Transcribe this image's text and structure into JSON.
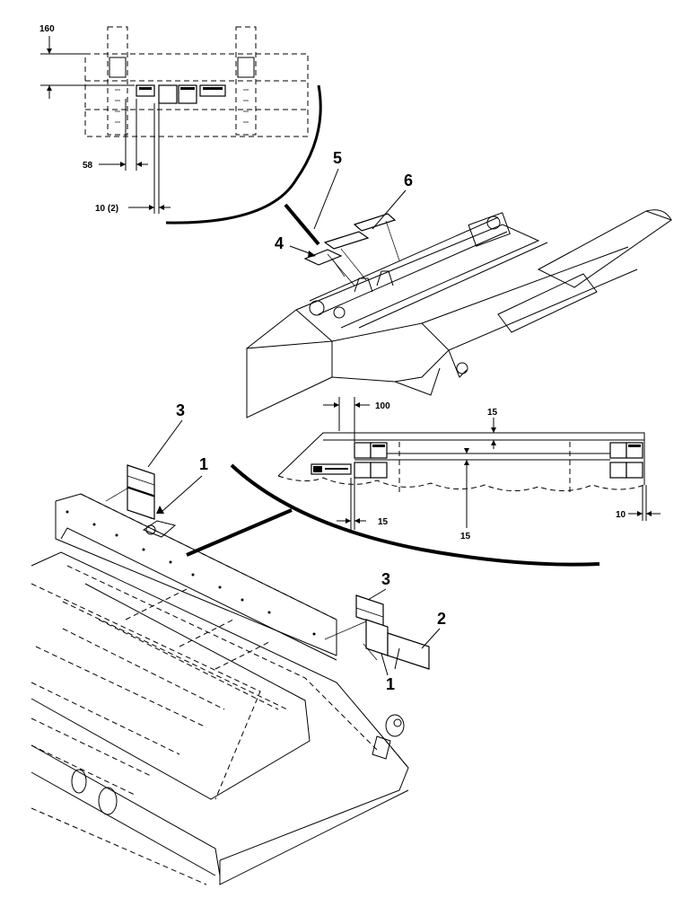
{
  "callouts": {
    "c1_upper": "1",
    "c1_lower": "1",
    "c2": "2",
    "c3_left": "3",
    "c3_right": "3",
    "c4": "4",
    "c5": "5",
    "c6": "6"
  },
  "dimensions": {
    "d160": "160",
    "d58": "58",
    "d10x2": "10 (2)",
    "d100": "100",
    "d15_top": "15",
    "d15_left": "15",
    "d15_mid": "15",
    "d10_right": "10"
  }
}
